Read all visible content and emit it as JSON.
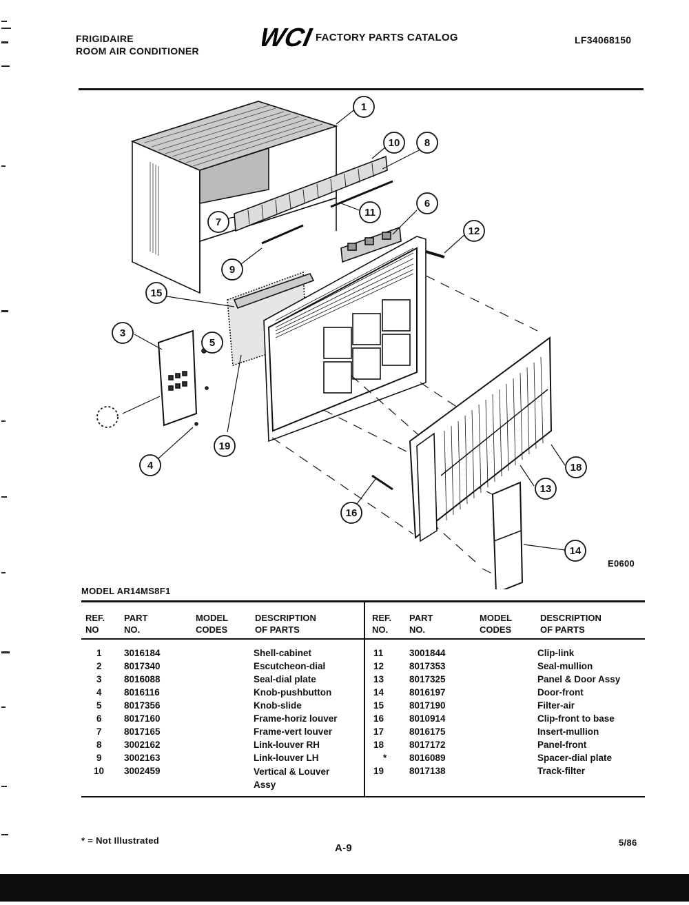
{
  "header": {
    "brand": "FRIGIDAIRE",
    "product": "ROOM AIR CONDITIONER",
    "logo": "WCI",
    "catalog_title": "FACTORY PARTS CATALOG",
    "catalog_number": "LF34068150"
  },
  "diagram": {
    "drawing_code": "E0600",
    "callouts": [
      "1",
      "10",
      "8",
      "11",
      "7",
      "6",
      "12",
      "9",
      "15",
      "3",
      "5",
      "19",
      "4",
      "18",
      "13",
      "16",
      "14"
    ]
  },
  "table": {
    "model_label": "MODEL AR14MS8F1",
    "headers": {
      "ref_no": "REF.\nNO",
      "part_no": "PART\nNO.",
      "model_codes": "MODEL\nCODES",
      "description": "DESCRIPTION\nOF PARTS",
      "ref_no_right": "REF.\nNO.",
      "part_no_right": "PART\nNO.",
      "model_codes_right": "MODEL\nCODES",
      "description_right": "DESCRIPTION\nOF PARTS"
    },
    "left_rows": [
      {
        "ref": "1",
        "part": "3016184",
        "desc": "Shell-cabinet"
      },
      {
        "ref": "2",
        "part": "8017340",
        "desc": "Escutcheon-dial"
      },
      {
        "ref": "3",
        "part": "8016088",
        "desc": "Seal-dial plate"
      },
      {
        "ref": "4",
        "part": "8016116",
        "desc": "Knob-pushbutton"
      },
      {
        "ref": "5",
        "part": "8017356",
        "desc": "Knob-slide"
      },
      {
        "ref": "6",
        "part": "8017160",
        "desc": "Frame-horiz louver"
      },
      {
        "ref": "7",
        "part": "8017165",
        "desc": "Frame-vert louver"
      },
      {
        "ref": "8",
        "part": "3002162",
        "desc": "Link-louver RH"
      },
      {
        "ref": "9",
        "part": "3002163",
        "desc": "Link-louver LH"
      },
      {
        "ref": "10",
        "part": "3002459",
        "desc": "Vertical & Louver Assy"
      }
    ],
    "right_rows": [
      {
        "ref": "11",
        "part": "3001844",
        "desc": "Clip-link"
      },
      {
        "ref": "12",
        "part": "8017353",
        "desc": "Seal-mullion"
      },
      {
        "ref": "13",
        "part": "8017325",
        "desc": "Panel & Door Assy"
      },
      {
        "ref": "14",
        "part": "8016197",
        "desc": "Door-front"
      },
      {
        "ref": "15",
        "part": "8017190",
        "desc": "Filter-air"
      },
      {
        "ref": "16",
        "part": "8010914",
        "desc": "Clip-front to base"
      },
      {
        "ref": "17",
        "part": "8016175",
        "desc": "Insert-mullion"
      },
      {
        "ref": "18",
        "part": "8017172",
        "desc": "Panel-front"
      },
      {
        "ref": "*",
        "part": "8016089",
        "desc": "Spacer-dial plate"
      },
      {
        "ref": "19",
        "part": "8017138",
        "desc": "Track-filter"
      }
    ]
  },
  "footer": {
    "note": "* = Not Illustrated",
    "page": "A-9",
    "date": "5/86"
  }
}
